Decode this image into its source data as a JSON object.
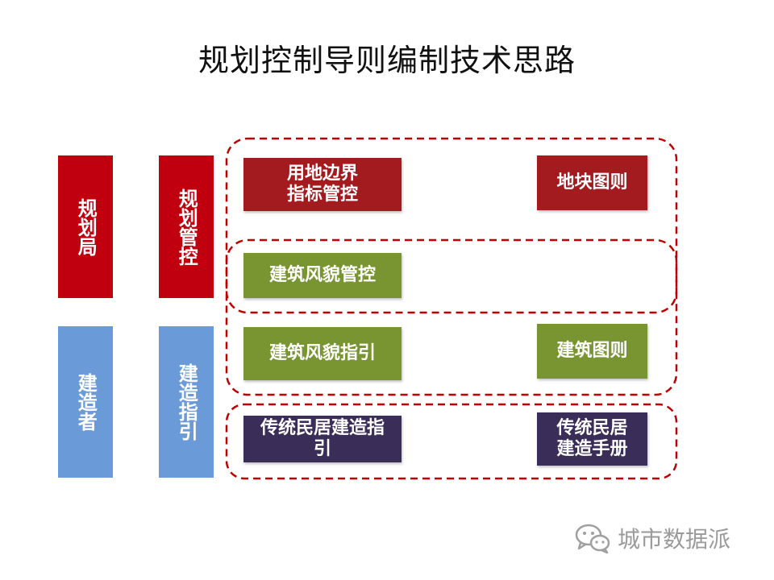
{
  "title": "规划控制导则编制技术思路",
  "left_column": {
    "planning_bureau": "规划局",
    "builder": "建造者"
  },
  "middle_column": {
    "planning_control": "规划管控",
    "construction_guide": "建造指引"
  },
  "boxes": {
    "land_boundary": "用地边界\n指标管控",
    "plot_rules": "地块图则",
    "arch_style_control": "建筑风貌管控",
    "arch_style_guide": "建筑风貌指引",
    "building_rules": "建筑图则",
    "traditional_guide": "传统民居建造指\n引",
    "traditional_manual": "传统民居\n建造手册"
  },
  "watermark": {
    "text": "城市数据派",
    "icon": "wechat-icon"
  },
  "colors": {
    "red": "#c0000e",
    "blue": "#6a9bd8",
    "dark_red": "#a31b1f",
    "green": "#789532",
    "purple": "#3a2d58",
    "dash": "#c00000"
  }
}
